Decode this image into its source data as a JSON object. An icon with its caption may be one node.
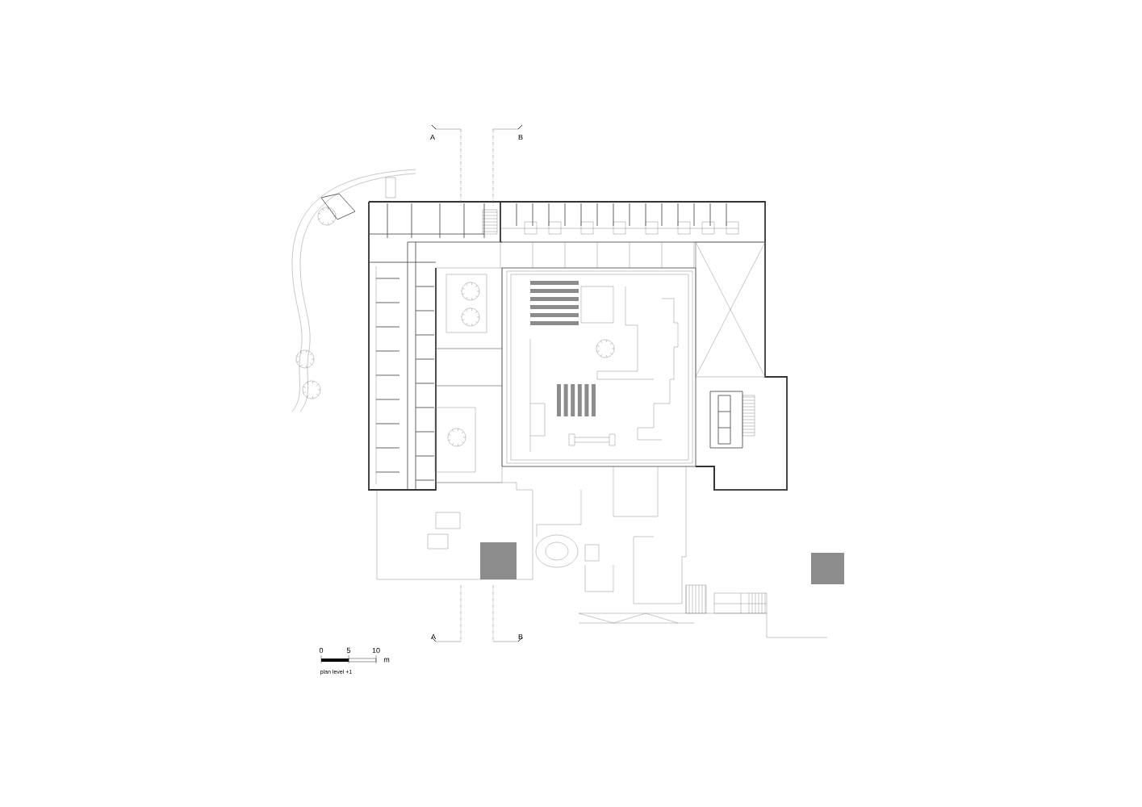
{
  "diagram": {
    "caption": "plan level +1",
    "labels": [
      "A",
      "B",
      "A",
      "B",
      "0",
      "5",
      "10",
      "m"
    ]
  }
}
